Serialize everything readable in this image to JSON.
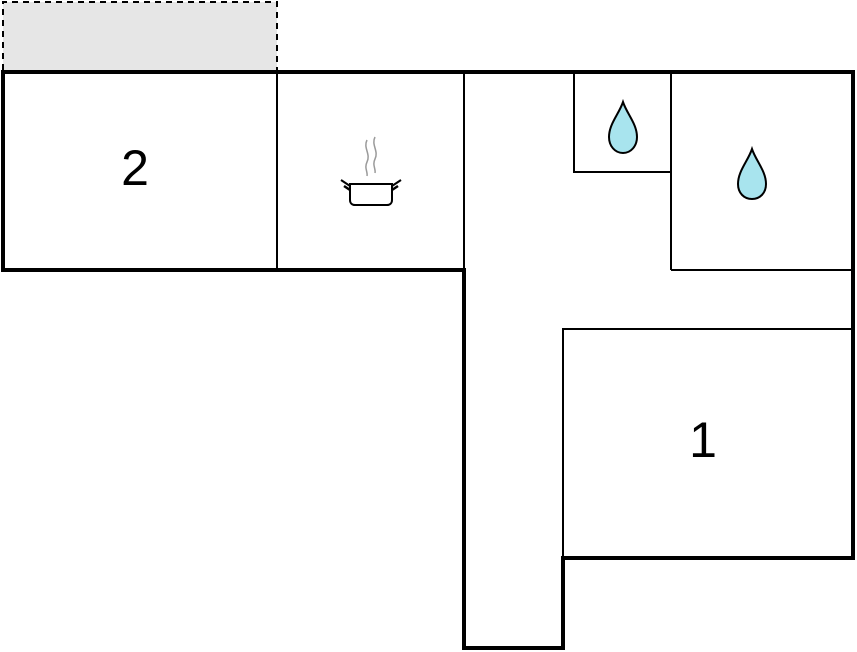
{
  "floorplan": {
    "rooms": [
      {
        "id": "bedroom-1",
        "label": "1",
        "icon": ""
      },
      {
        "id": "bedroom-2",
        "label": "2",
        "icon": ""
      },
      {
        "id": "kitchen",
        "label": "",
        "icon": "cooking-pot-icon"
      },
      {
        "id": "bathroom-small",
        "label": "",
        "icon": "water-drop-icon"
      },
      {
        "id": "bathroom-large",
        "label": "",
        "icon": "water-drop-icon"
      },
      {
        "id": "hallway",
        "label": "",
        "icon": ""
      },
      {
        "id": "terrace",
        "label": "",
        "icon": ""
      }
    ],
    "colors": {
      "wall": "#000000",
      "water_drop": "#a8e4ee",
      "terrace_fill": "#e6e6e6",
      "steam": "#9a9a9a"
    }
  }
}
